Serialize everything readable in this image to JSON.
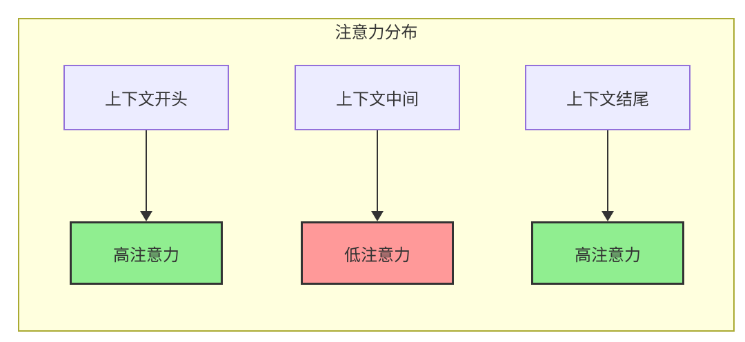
{
  "diagram": {
    "type": "flowchart-subgraph",
    "title": "注意力分布",
    "columns": [
      {
        "source": "上下文开头",
        "target": "高注意力",
        "attention": "high"
      },
      {
        "source": "上下文中间",
        "target": "低注意力",
        "attention": "low"
      },
      {
        "source": "上下文结尾",
        "target": "高注意力",
        "attention": "high"
      }
    ],
    "colors": {
      "canvas_bg": "#ffffff",
      "container_bg": "#ffffde",
      "container_border": "#aaaa33",
      "source_node_bg": "#ececff",
      "source_node_border": "#9370db",
      "high_attention_bg": "#90ee90",
      "low_attention_bg": "#ff9999",
      "result_node_border": "#333333",
      "arrow_color": "#333333",
      "text_color": "#333333"
    }
  }
}
